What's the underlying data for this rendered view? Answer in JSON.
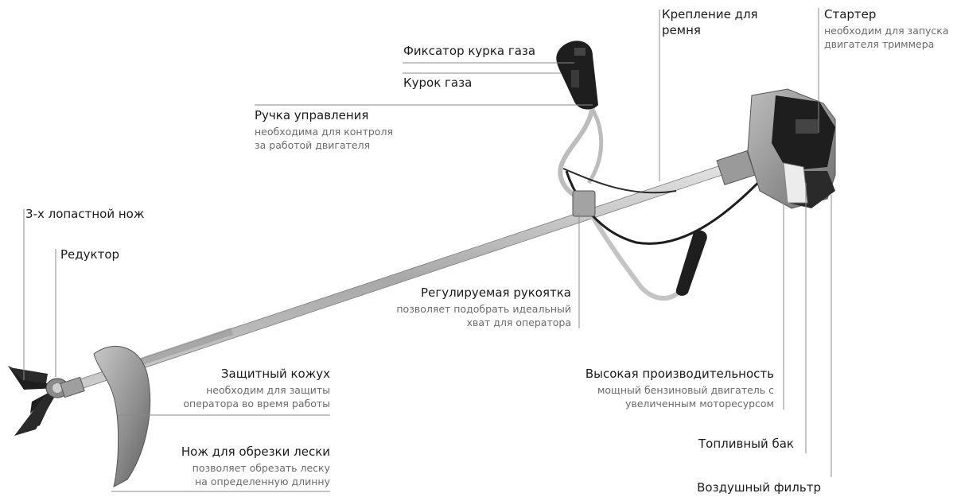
{
  "labels": {
    "blade": {
      "title": "3-х лопастной нож"
    },
    "gearbox": {
      "title": "Редуктор"
    },
    "throttle_lock": {
      "title": "Фиксатор курка газа"
    },
    "throttle_trigger": {
      "title": "Курок газа"
    },
    "control_handle": {
      "title": "Ручка управления",
      "desc1": "необходима для контроля",
      "desc2": "за работой двигателя"
    },
    "strap_mount": {
      "title1": "Крепление для",
      "title2": "ремня"
    },
    "starter": {
      "title": "Стартер",
      "desc1": "необходим для запуска",
      "desc2": "двигателя триммера"
    },
    "adjustable_handle": {
      "title": "Регулируемая рукоятка",
      "desc1": "позволяет подобрать идеальный",
      "desc2": "хват для оператора"
    },
    "guard": {
      "title": "Защитный кожух",
      "desc1": "необходим для защиты",
      "desc2": "оператора во время работы"
    },
    "line_cutter": {
      "title": "Нож для обрезки лески",
      "desc1": "позволяет обрезать леску",
      "desc2": "на определенную длинну"
    },
    "performance": {
      "title": "Высокая производительность",
      "desc1": "мощный бензиновый двигатель с",
      "desc2": "увеличенным моторесурсом"
    },
    "fuel_tank": {
      "title": "Топливный бак"
    },
    "air_filter": {
      "title": "Воздушный фильтр"
    }
  },
  "colors": {
    "leader": "#8a8a8a",
    "shaft": "#b8b8b8",
    "dark": "#1e1e1e",
    "guard": "#9a9a9a",
    "engine_grey": "#a9a9a9"
  }
}
